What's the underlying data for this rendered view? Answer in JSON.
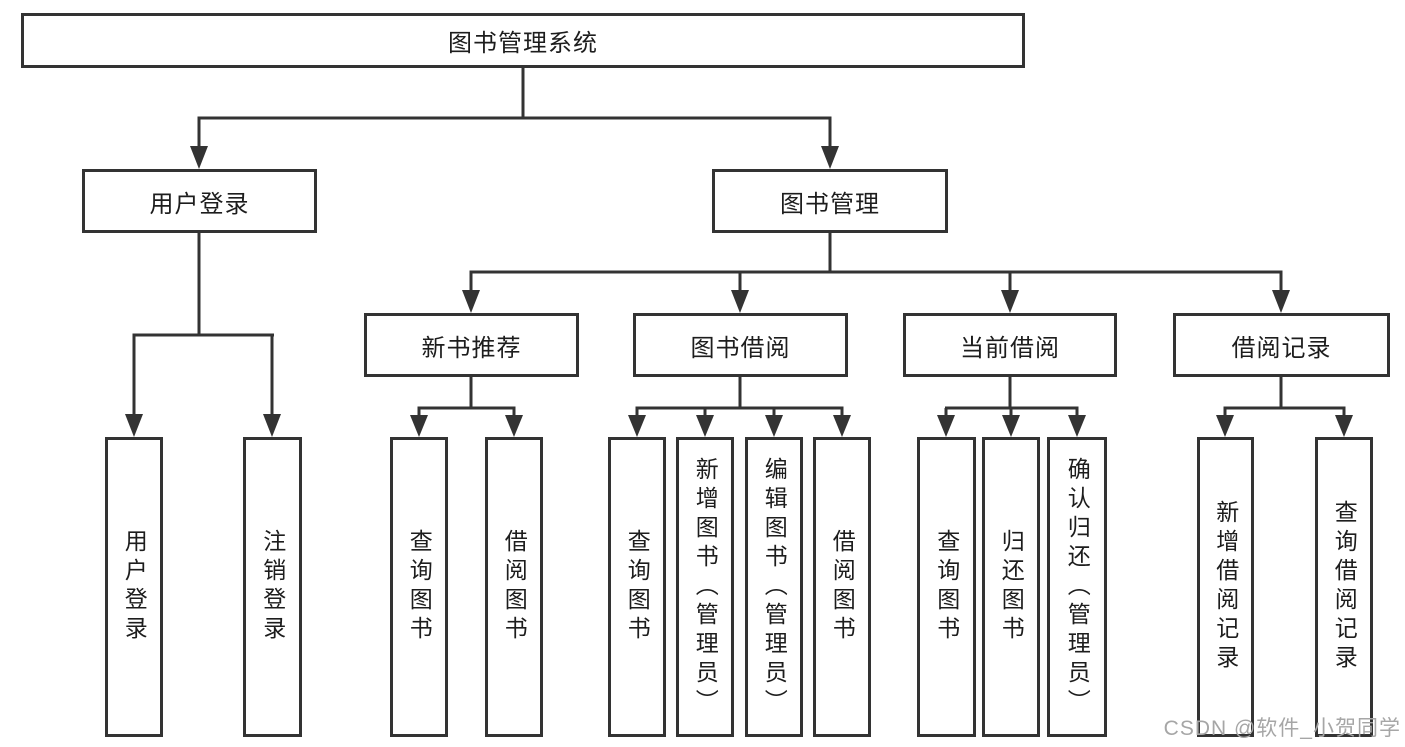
{
  "nodes": {
    "root": "图书管理系统",
    "user_login": "用户登录",
    "book_management": "图书管理",
    "new_book_recommend": "新书推荐",
    "book_borrowing": "图书借阅",
    "current_borrowing": "当前借阅",
    "borrowing_records": "借阅记录",
    "leaf_user_login": "用户登录",
    "leaf_logout": "注销登录",
    "leaf_nb_query_books": "查询图书",
    "leaf_nb_borrow_books": "借阅图书",
    "leaf_bb_query_books": "查询图书",
    "leaf_bb_add_books": "新增图书（管理员）",
    "leaf_bb_edit_books": "编辑图书（管理员）",
    "leaf_bb_borrow_books": "借阅图书",
    "leaf_cb_query_books": "查询图书",
    "leaf_cb_return_books": "归还图书",
    "leaf_cb_confirm_return": "确认归还（管理员）",
    "leaf_br_add_record": "新增借阅记录",
    "leaf_br_query_record": "查询借阅记录"
  },
  "watermark": "CSDN @软件_小贺同学",
  "colors": {
    "line": "#333333",
    "box_border": "#333333",
    "text": "#1d1d1d",
    "watermark": "#a6a6a6",
    "background": "#ffffff"
  }
}
